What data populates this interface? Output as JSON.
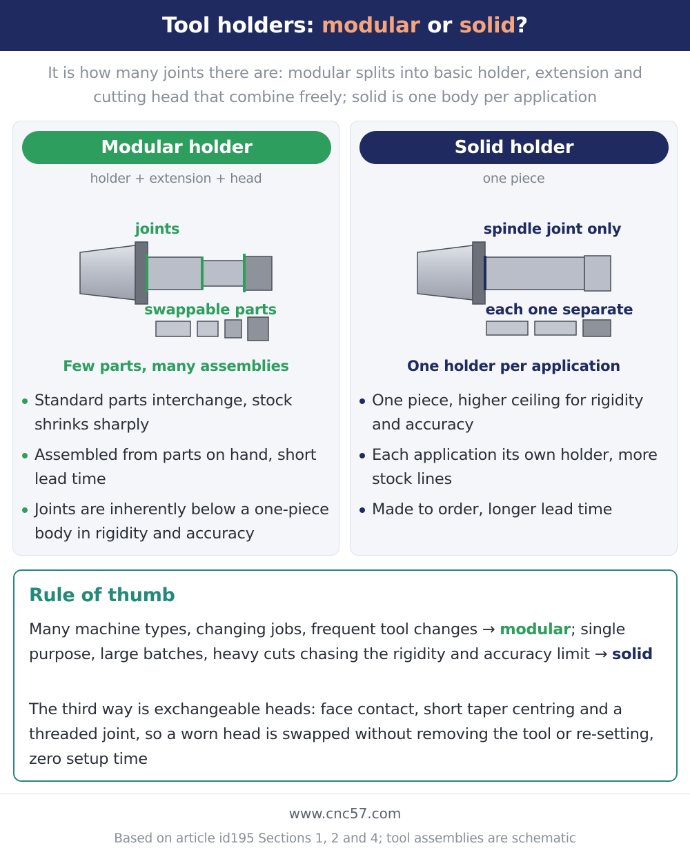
{
  "header": {
    "title_prefix": "Tool holders: ",
    "title_word1": "modular",
    "title_mid": " or ",
    "title_word2": "solid",
    "title_suffix": "?"
  },
  "subtitle": "It is how many joints there are: modular splits into basic holder, extension and cutting head that combine freely; solid is one body per application",
  "modular": {
    "heading": "Modular holder",
    "subheading": "holder + extension + head",
    "label_joints": "joints",
    "label_parts": "swappable parts",
    "tagline": "Few parts, many assemblies",
    "bullets": [
      "Standard parts interchange, stock shrinks sharply",
      "Assembled from parts on hand, short lead time",
      "Joints are inherently below a one-piece body in rigidity and accuracy"
    ]
  },
  "solid": {
    "heading": "Solid holder",
    "subheading": "one piece",
    "label_joint": "spindle joint only",
    "label_parts": "each one separate",
    "tagline": "One holder per application",
    "bullets": [
      "One piece, higher ceiling for rigidity and accuracy",
      "Each application its own holder, more stock lines",
      "Made to order, longer lead time"
    ]
  },
  "rule": {
    "heading": "Rule of thumb",
    "p1_a": "Many machine types, changing jobs, frequent tool changes → ",
    "p1_kw1": "modular",
    "p1_b": "; single purpose, large batches, heavy cuts chasing the rigidity and accuracy limit → ",
    "p1_kw2": "solid",
    "p2": "The third way is exchangeable heads: face contact, short taper centring and a threaded joint, so a worn head is swapped without removing the tool or re-setting, zero setup time"
  },
  "footer": {
    "site": "www.cnc57.com",
    "note": "Based on article id195 Sections 1, 2 and 4; tool assemblies are schematic"
  },
  "colors": {
    "navy": "#1e2a60",
    "green": "#2e9e5e",
    "teal": "#238a7a",
    "accent_orange": "#f6a47c",
    "steel": "#b9bec8",
    "steel_dark": "#6b7079"
  }
}
